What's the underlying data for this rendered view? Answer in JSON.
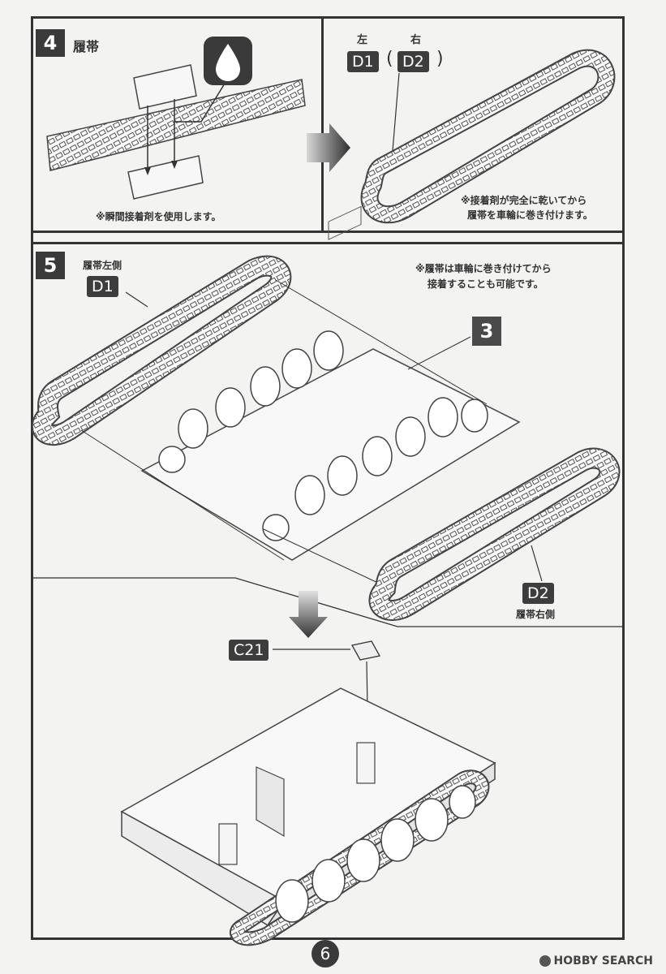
{
  "step4": {
    "number": "4",
    "title": "履帯",
    "note_glue": "※瞬間接着剤を使用します。",
    "label_left_caption": "左",
    "label_right_caption": "右",
    "label_left": "D1",
    "label_right": "D2",
    "paren_open": "(",
    "paren_close": ")",
    "note_dry_line1": "※接着剤が完全に乾いてから",
    "note_dry_line2": "履帯を車輪に巻き付けます。",
    "glue_icon": "glue-drop-icon"
  },
  "step5": {
    "number": "5",
    "left_caption": "履帯左側",
    "left_label": "D1",
    "right_caption": "履帯右側",
    "right_label": "D2",
    "note_line1": "※履帯は車輪に巻き付けてから",
    "note_line2": "接着することも可能です。",
    "ref_step": "3",
    "part_c21": "C21"
  },
  "page_number": "6",
  "watermark": "HOBBY SEARCH"
}
